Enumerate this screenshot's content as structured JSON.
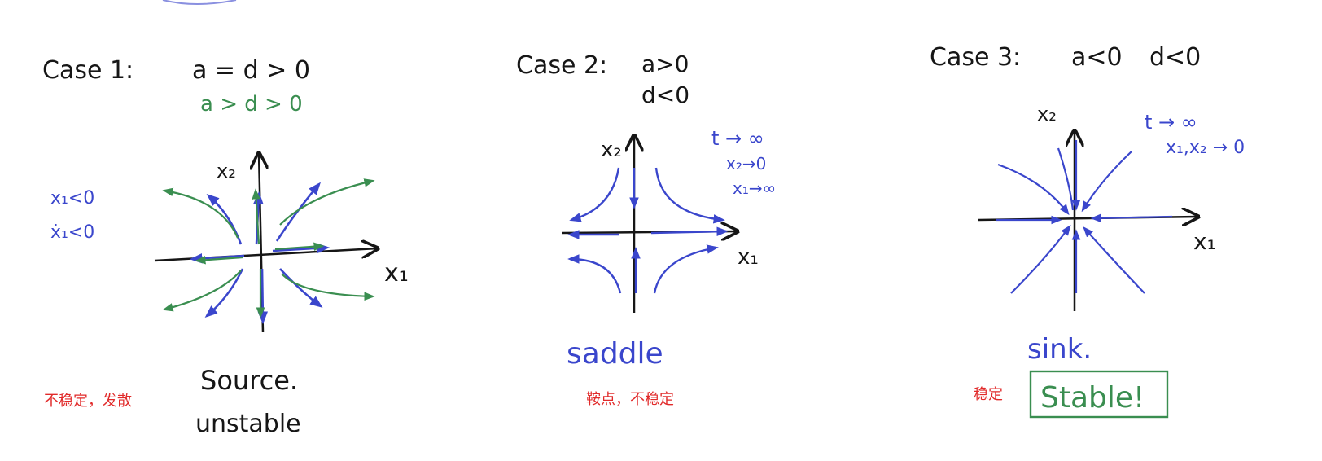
{
  "colors": {
    "black": "#161616",
    "blue": "#3a46cc",
    "green": "#3a8e50",
    "red": "#e12a2a"
  },
  "case1": {
    "heading": "Case 1:",
    "cond_main": "a = d > 0",
    "cond_sub": "a > d > 0",
    "axis_x": "x₁",
    "axis_y": "x₂",
    "note_line1": "x₁<0",
    "note_line2": "ẋ₁<0",
    "label_main": "Source.",
    "label_sub": "unstable",
    "annotation_cn": "不稳定，发散"
  },
  "case2": {
    "heading": "Case 2:",
    "cond_line1": "a>0",
    "cond_line2": "d<0",
    "axis_x": "x₁",
    "axis_y": "x₂",
    "limit_line1": "t → ∞",
    "limit_line2": "x₂→0",
    "limit_line3": "x₁→∞",
    "label_main": "saddle",
    "annotation_cn": "鞍点，不稳定"
  },
  "case3": {
    "heading": "Case 3:",
    "cond_a": "a<0",
    "cond_d": "d<0",
    "axis_x": "x₁",
    "axis_y": "x₂",
    "limit_line1": "t → ∞",
    "limit_line2": "x₁,x₂ → 0",
    "label_main": "sink.",
    "label_boxed": "Stable!",
    "annotation_cn": "稳定"
  }
}
